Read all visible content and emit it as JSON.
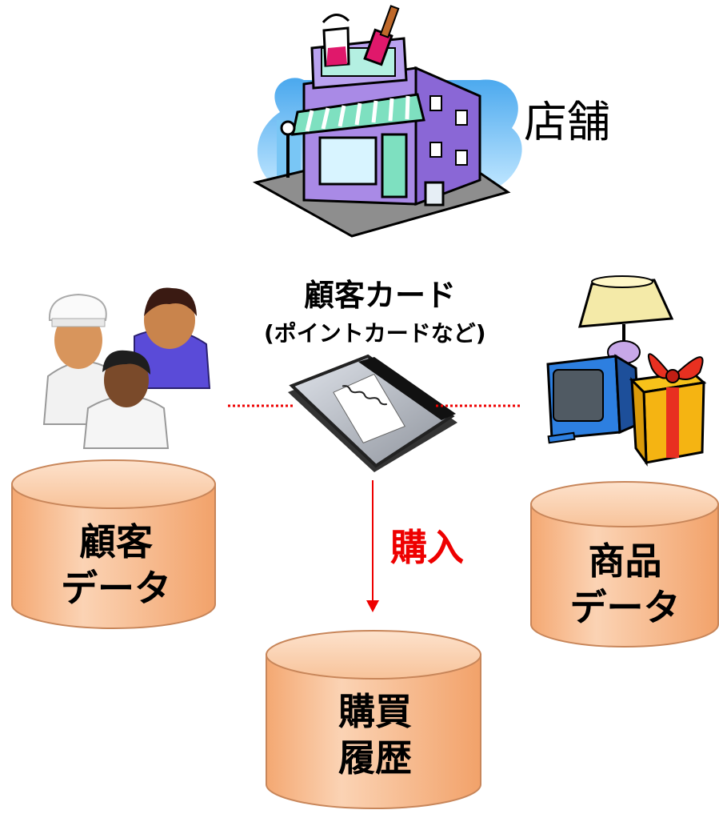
{
  "store": {
    "label": "店舗",
    "icon": "paint-store-icon"
  },
  "card": {
    "title": "顧客カード",
    "subtitle": "(ポイントカードなど)",
    "icon": "credit-card-icon"
  },
  "customers": {
    "icon": "people-group-icon"
  },
  "products": {
    "icon": "products-lamp-tv-gift-icon"
  },
  "flow": {
    "purchase_label": "購入",
    "color": "#ee0000"
  },
  "databases": {
    "customer": {
      "line1": "顧客",
      "line2": "データ"
    },
    "product": {
      "line1": "商品",
      "line2": "データ"
    },
    "history": {
      "line1": "購買",
      "line2": "履歴"
    }
  },
  "colors": {
    "cylinder_fill": "#f9c49b",
    "cylinder_stroke": "#c8865a",
    "accent_red": "#ee0000"
  }
}
